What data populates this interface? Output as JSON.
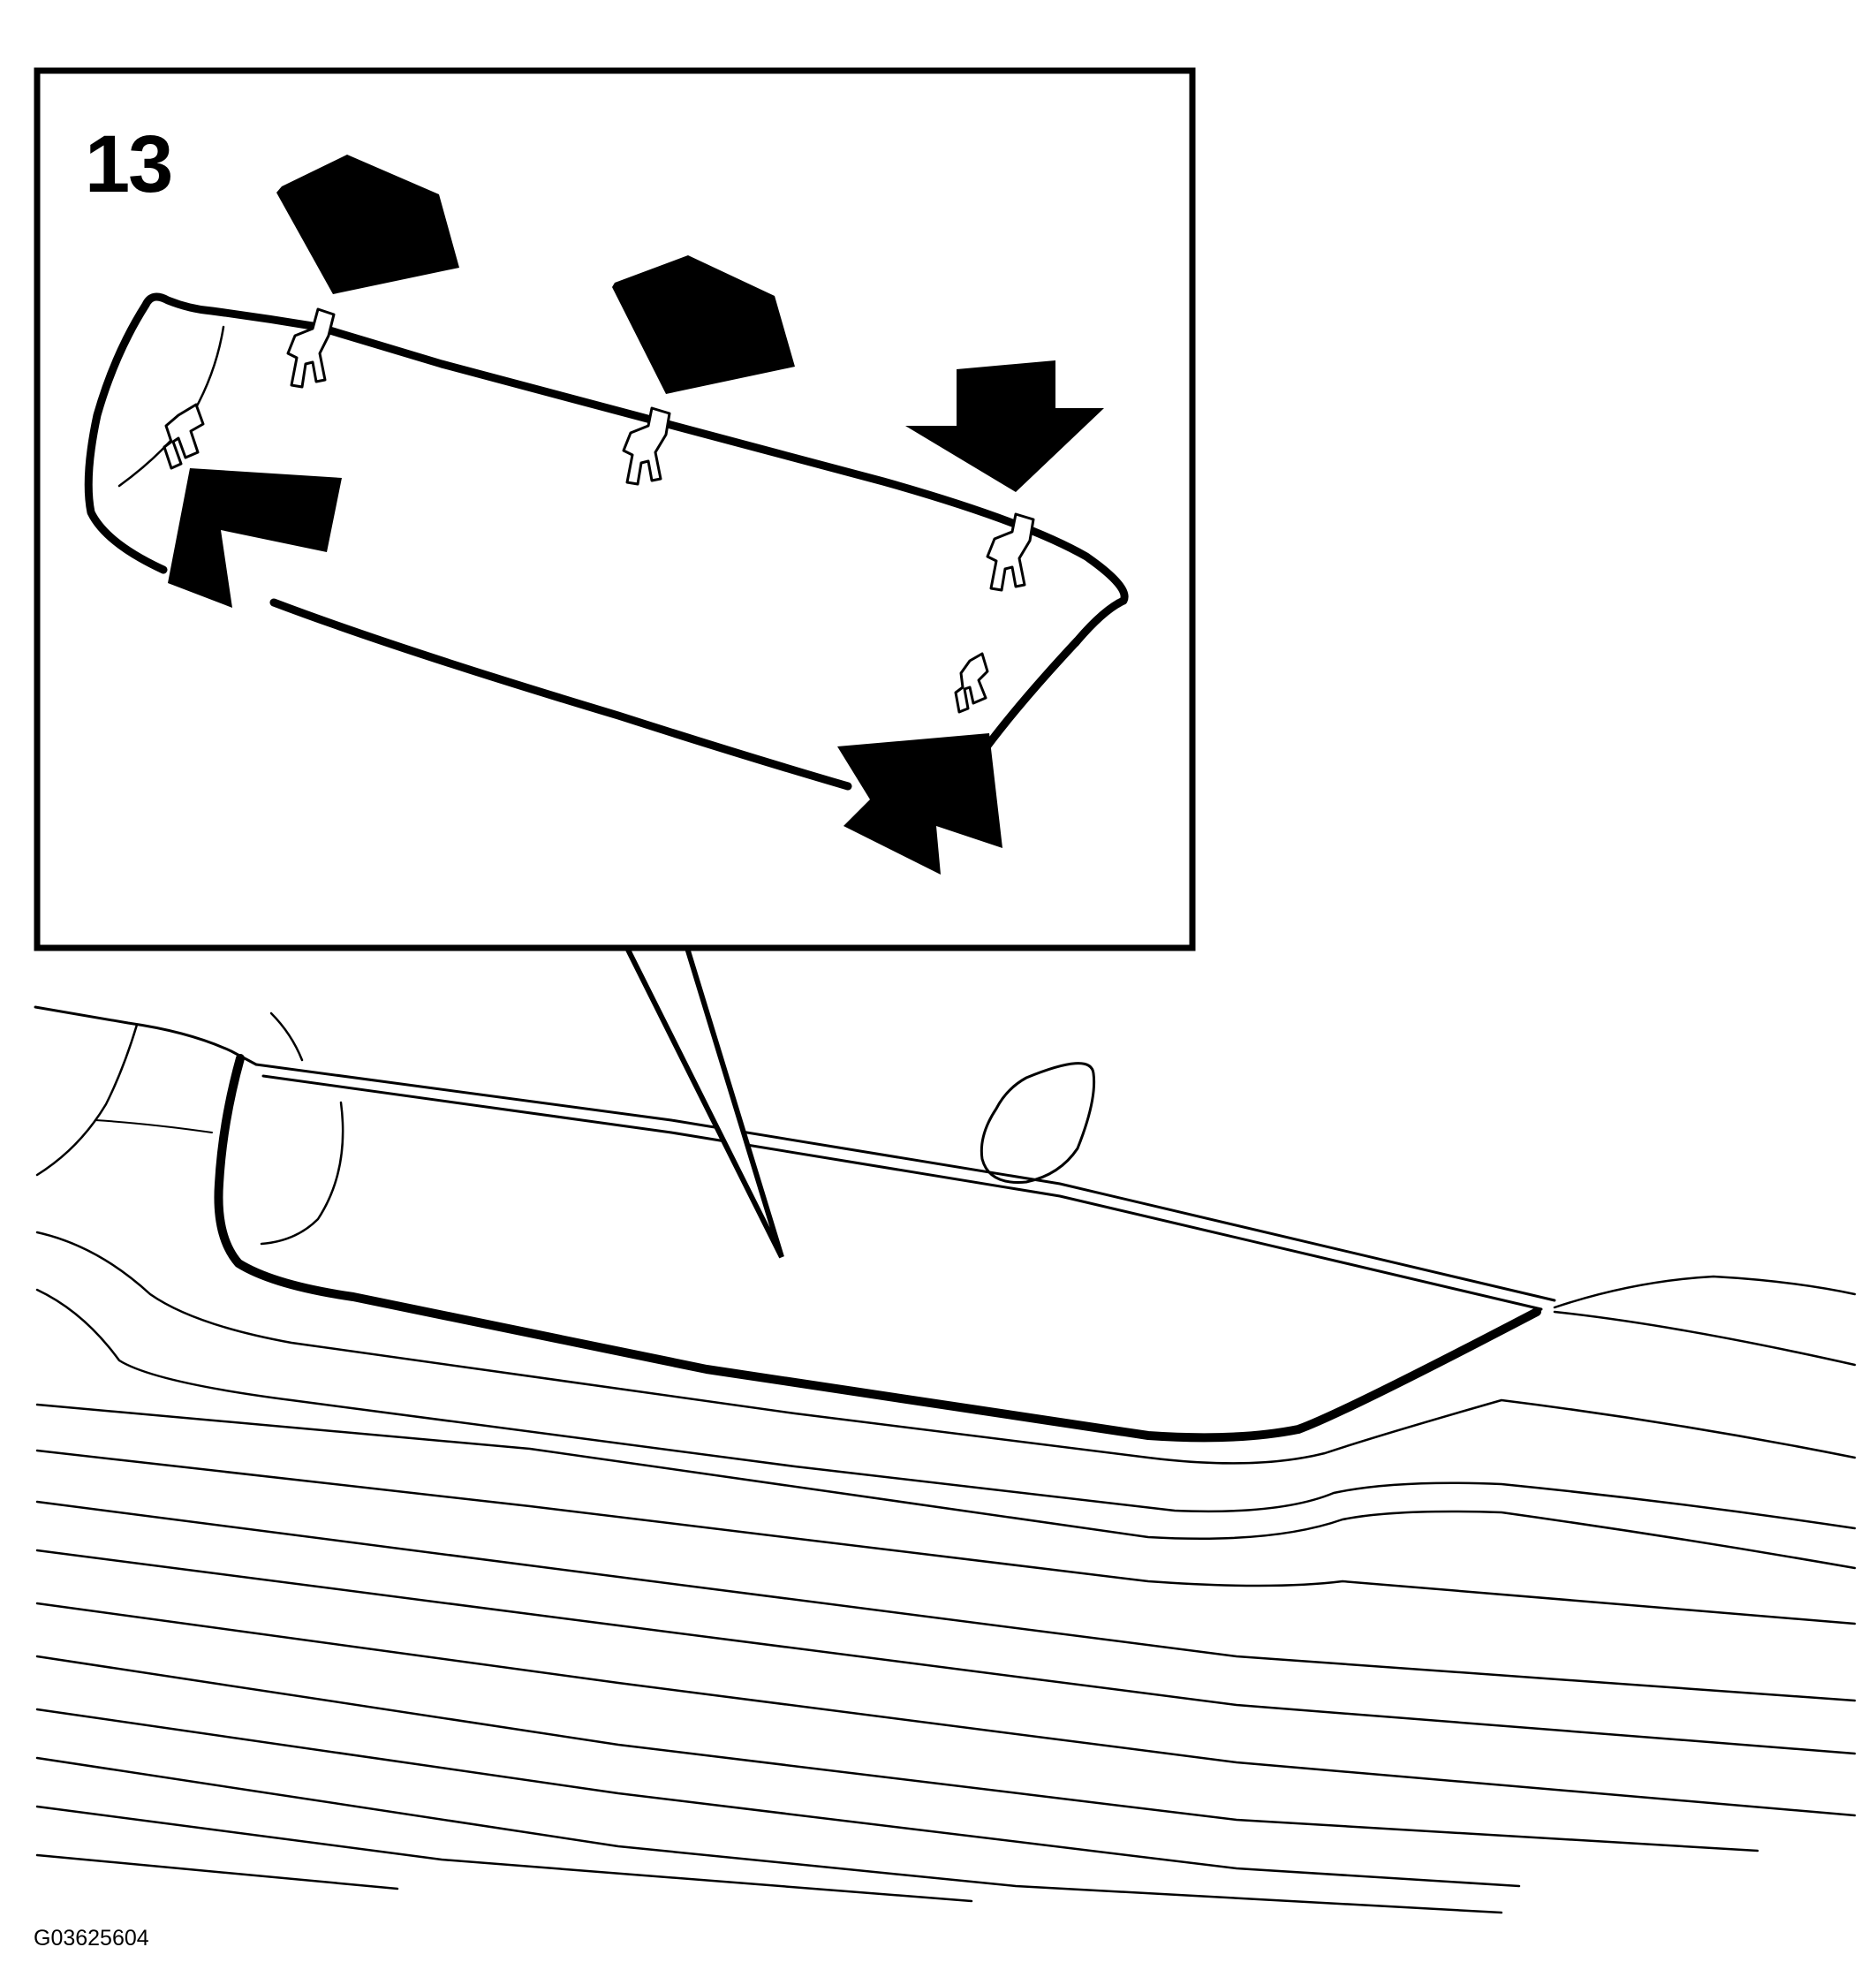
{
  "diagram": {
    "step_number": "13",
    "figure_id": "G03625604",
    "line_color": "#000000",
    "background_color": "#ffffff",
    "arrow_count": 5,
    "clip_count": 5
  }
}
